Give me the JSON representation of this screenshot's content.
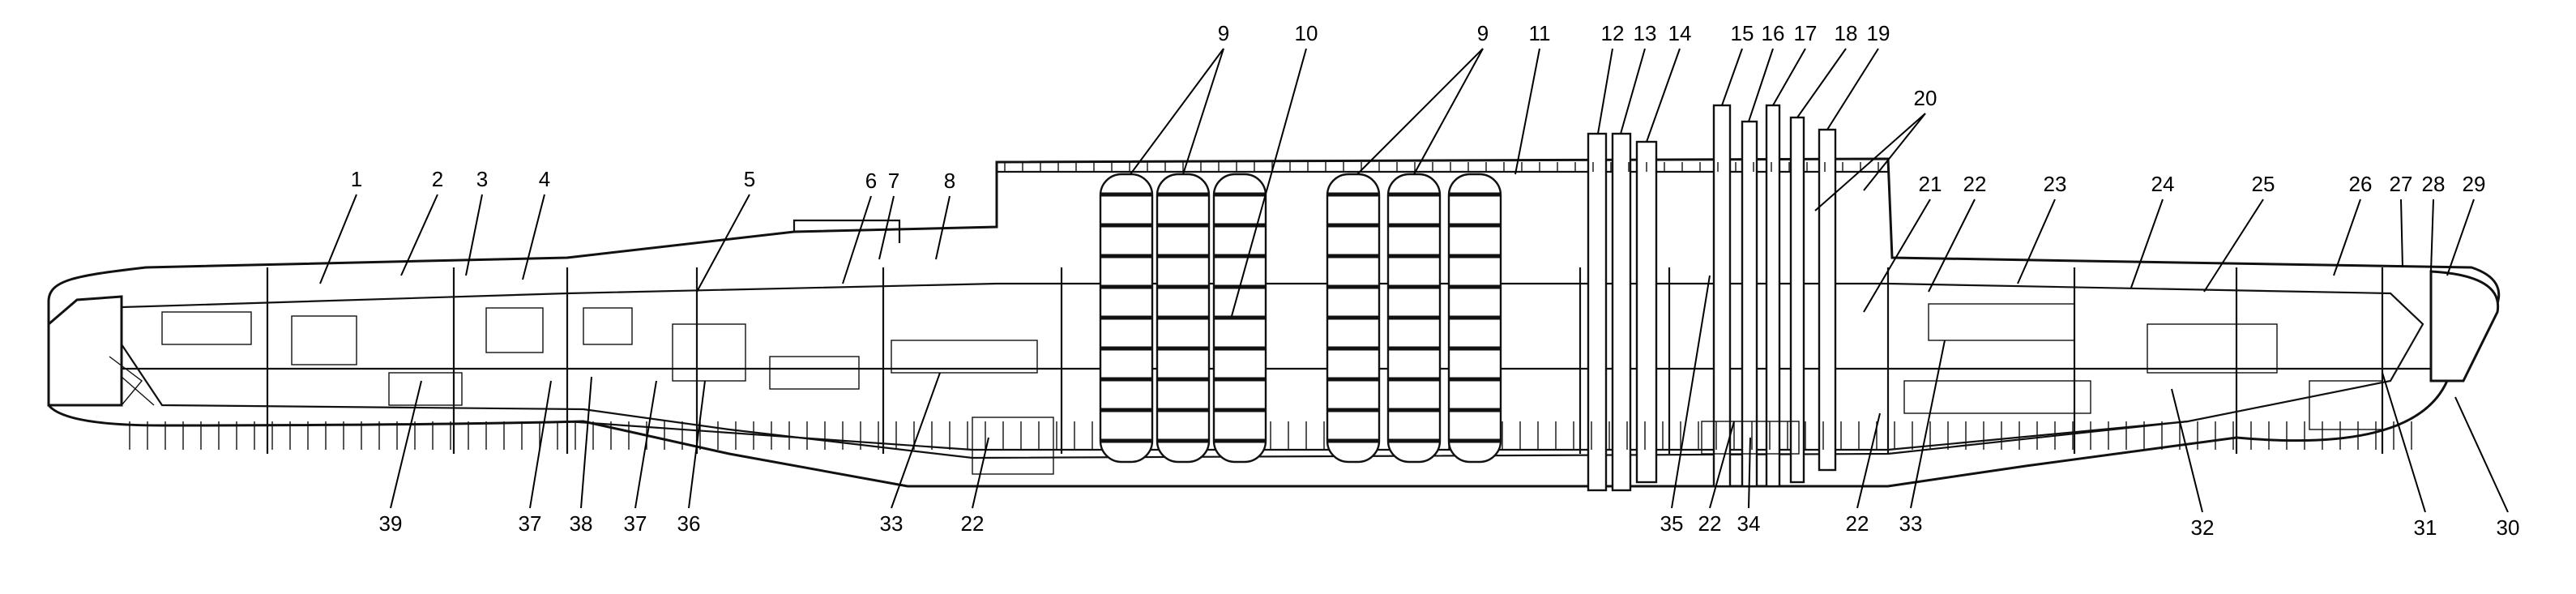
{
  "diagram": {
    "labels": [
      "1",
      "2",
      "3",
      "4",
      "5",
      "6",
      "7",
      "8",
      "9",
      "10",
      "9",
      "11",
      "12",
      "13",
      "14",
      "15",
      "16",
      "17",
      "18",
      "19",
      "20",
      "21",
      "22",
      "23",
      "24",
      "25",
      "26",
      "27",
      "28",
      "29",
      "39",
      "37",
      "38",
      "37",
      "36",
      "33",
      "22",
      "35",
      "22",
      "34",
      "22",
      "33",
      "32",
      "31",
      "30"
    ]
  }
}
